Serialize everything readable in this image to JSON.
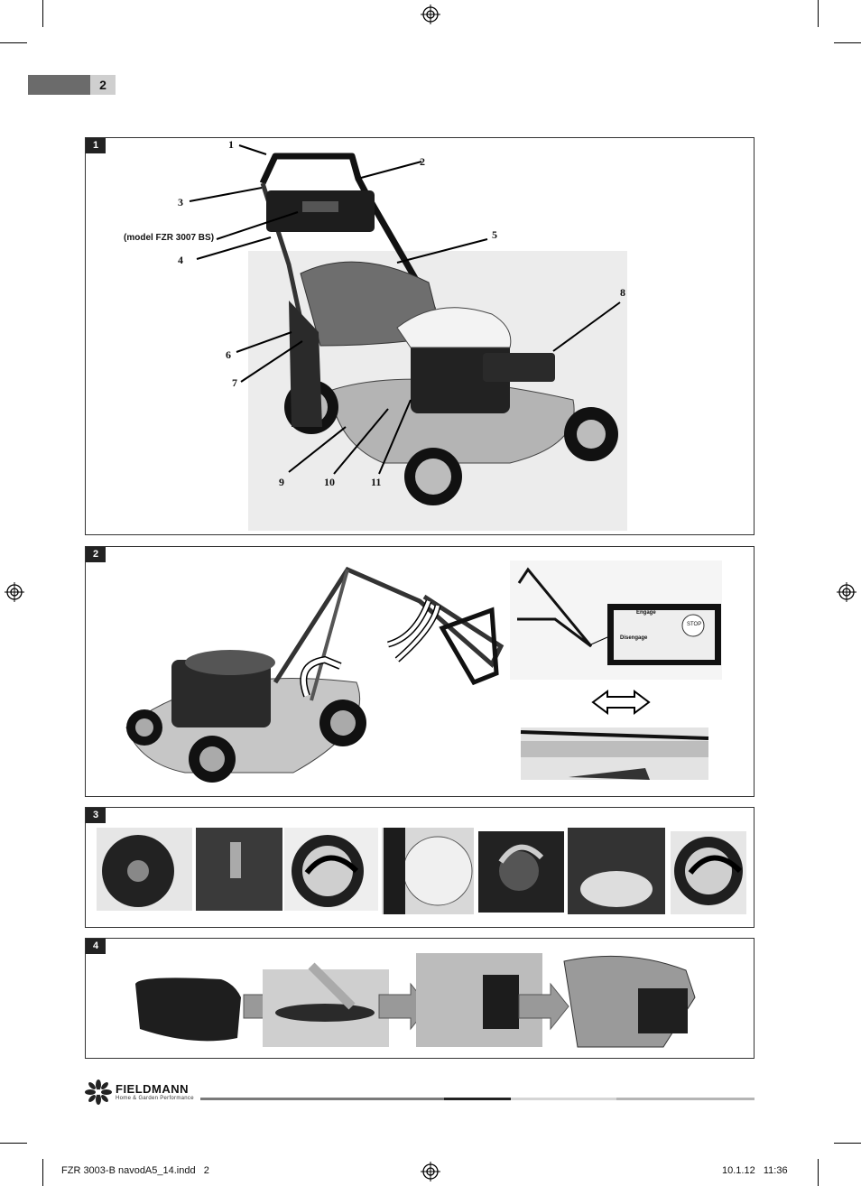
{
  "page": {
    "number": "2"
  },
  "panels": [
    {
      "number": "1"
    },
    {
      "number": "2"
    },
    {
      "number": "3"
    },
    {
      "number": "4"
    }
  ],
  "figure1": {
    "callouts": [
      "1",
      "2",
      "3",
      "4",
      "5",
      "6",
      "7",
      "8",
      "9",
      "10",
      "11"
    ],
    "model_label": "(model FZR 3007 BS)"
  },
  "figure2": {
    "lever_labels": {
      "engage": "Engage",
      "disengage": "Disengage",
      "stop": "STOP"
    }
  },
  "brand": {
    "name": "FIELDMANN",
    "tagline": "Home & Garden Performance"
  },
  "footer": {
    "file": "FZR 3003-B navodA5_14.indd   2",
    "date": "10.1.12   11:36"
  },
  "colors": {
    "tab_grey": "#6b6b6b",
    "tab_light": "#cfcfcf",
    "panel_label": "#222222"
  }
}
